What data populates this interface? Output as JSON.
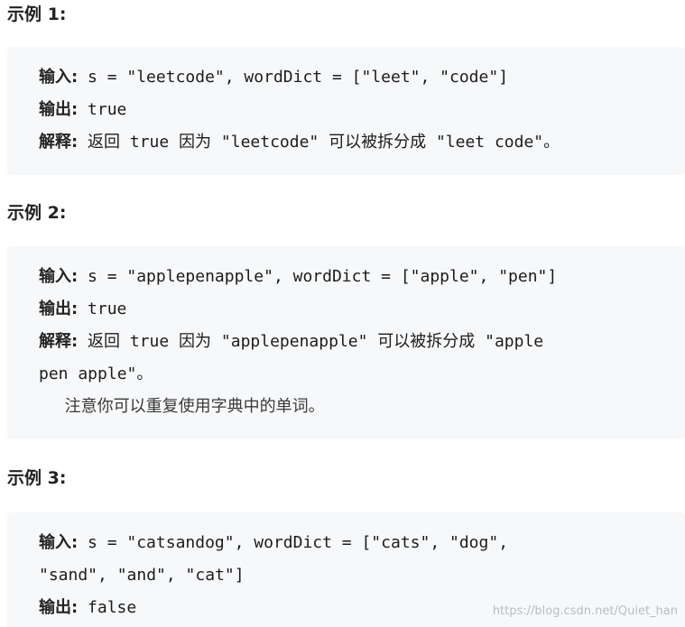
{
  "examples": [
    {
      "title": "示例 1:",
      "lines": [
        {
          "label": "输入:",
          "text": " s = \"leetcode\", wordDict = [\"leet\", \"code\"]"
        },
        {
          "label": "输出:",
          "text": " true"
        },
        {
          "label": "解释:",
          "text": " 返回 true 因为 \"leetcode\" 可以被拆分成 \"leet code\"。"
        }
      ]
    },
    {
      "title": "示例 2:",
      "lines": [
        {
          "label": "输入:",
          "text": " s = \"applepenapple\", wordDict = [\"apple\", \"pen\"]"
        },
        {
          "label": "输出:",
          "text": " true"
        },
        {
          "label": "解释:",
          "text": " 返回 true 因为 \"applepenapple\" 可以被拆分成 \"apple"
        },
        {
          "label": "",
          "text": "pen apple\"。"
        },
        {
          "label": "",
          "text": "     注意你可以重复使用字典中的单词。"
        }
      ]
    },
    {
      "title": "示例 3:",
      "lines": [
        {
          "label": "输入:",
          "text": " s = \"catsandog\", wordDict = [\"cats\", \"dog\","
        },
        {
          "label": "",
          "text": "\"sand\", \"and\", \"cat\"]"
        },
        {
          "label": "输出:",
          "text": " false"
        }
      ]
    }
  ],
  "watermark": "https://blog.csdn.net/Quiet_han"
}
